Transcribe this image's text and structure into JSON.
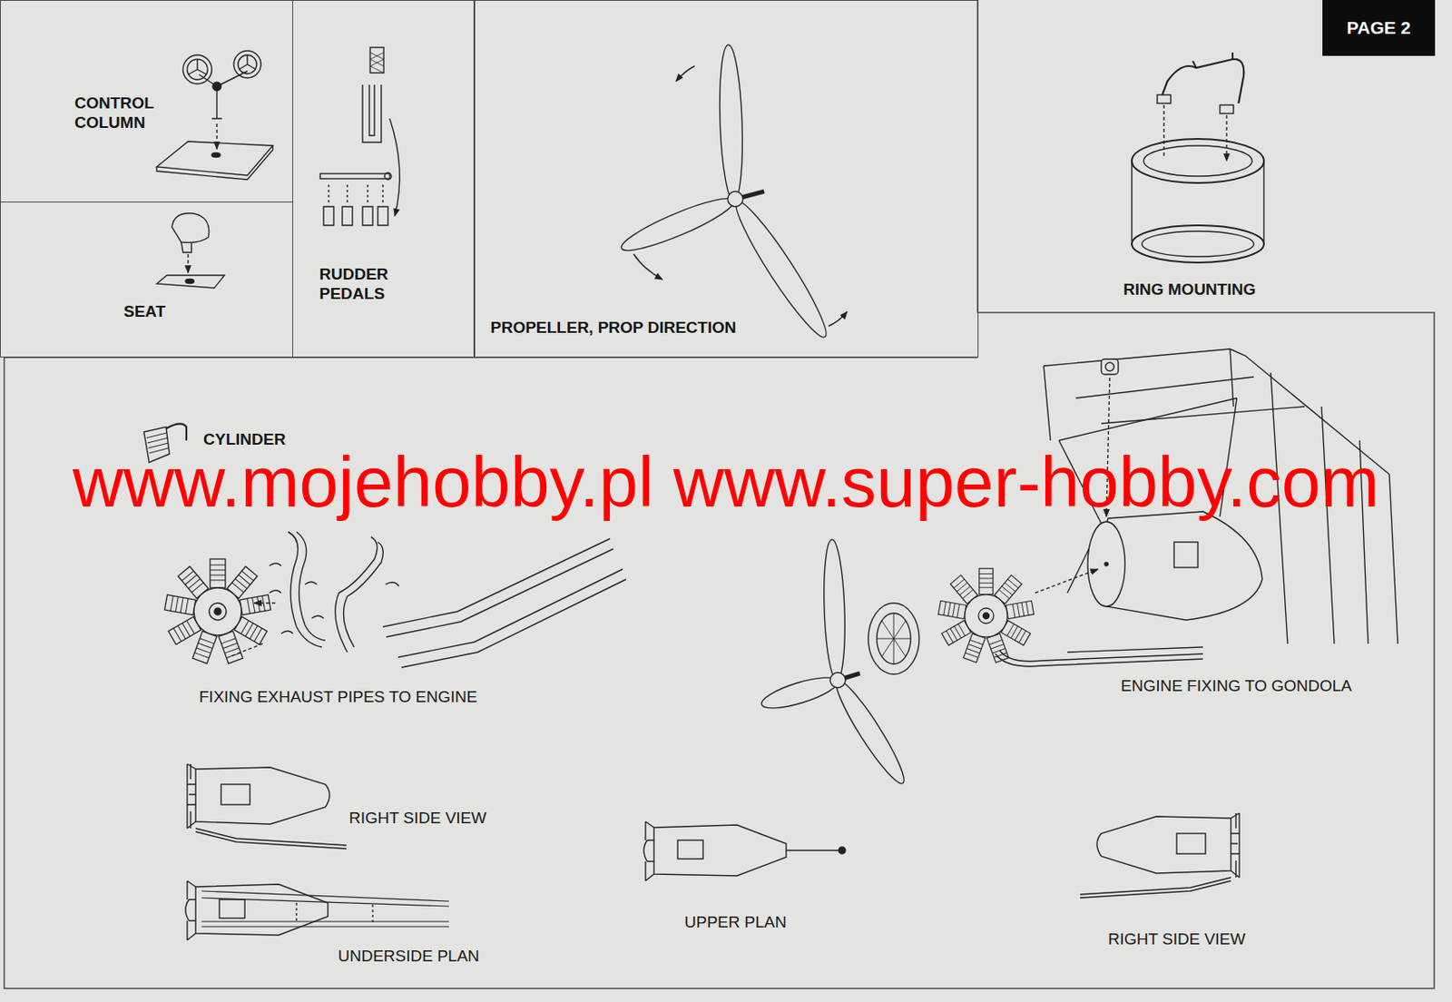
{
  "diagram": {
    "nodes": [
      {
        "text": [
          "PAGE 2"
        ]
      },
      {
        "text": [
          "CONTROL COLUMN"
        ]
      },
      {
        "text": [
          "SEAT"
        ]
      },
      {
        "text": [
          "RUDDER PEDALS"
        ]
      },
      {
        "text": [
          "PROPELLER, PROP DIRECTION"
        ]
      }
    ],
    "labels": [
      "RING MOUNTING",
      "CYLINDER",
      "www.mojehobby.pl www.super-hobby.com",
      "FIXING EXHAUST PIPES TO ENGINE",
      "ENGINE FIXING TO GONDOLA",
      "RIGHT SIDE VIEW",
      "UNDERSIDE PLAN",
      "UPPER PLAN",
      "RIGHT SIDE VIEW"
    ]
  }
}
